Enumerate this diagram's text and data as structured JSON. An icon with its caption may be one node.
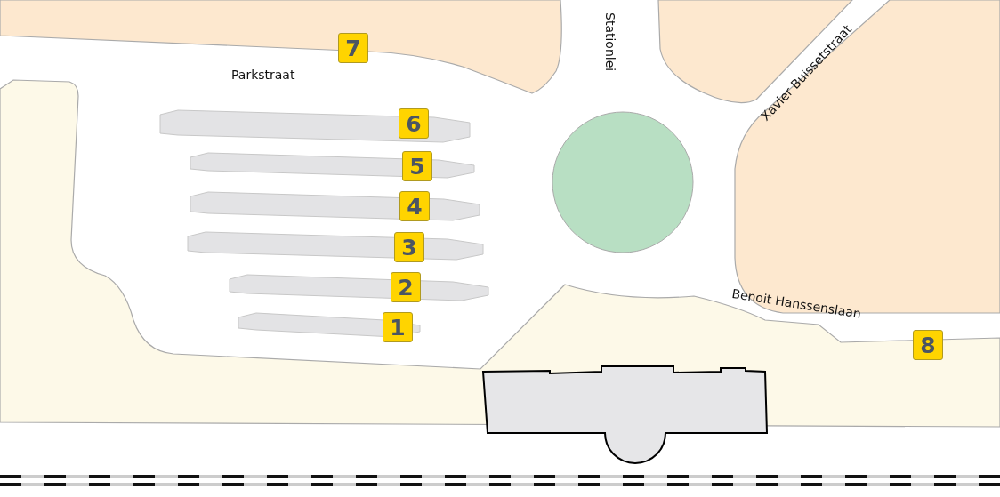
{
  "diagram": {
    "nodes": [
      {
        "text": [
          "7"
        ]
      },
      {
        "text": [
          "6"
        ]
      },
      {
        "text": [
          "5"
        ]
      },
      {
        "text": [
          "4"
        ]
      },
      {
        "text": [
          "3"
        ]
      },
      {
        "text": [
          "2"
        ]
      },
      {
        "text": [
          "1"
        ]
      },
      {
        "text": [
          "8"
        ]
      }
    ],
    "labels": [
      "Stationlei",
      "Xavier Buissetstraat",
      "Parkstraat",
      "Benoit Hanssenslaan"
    ]
  }
}
